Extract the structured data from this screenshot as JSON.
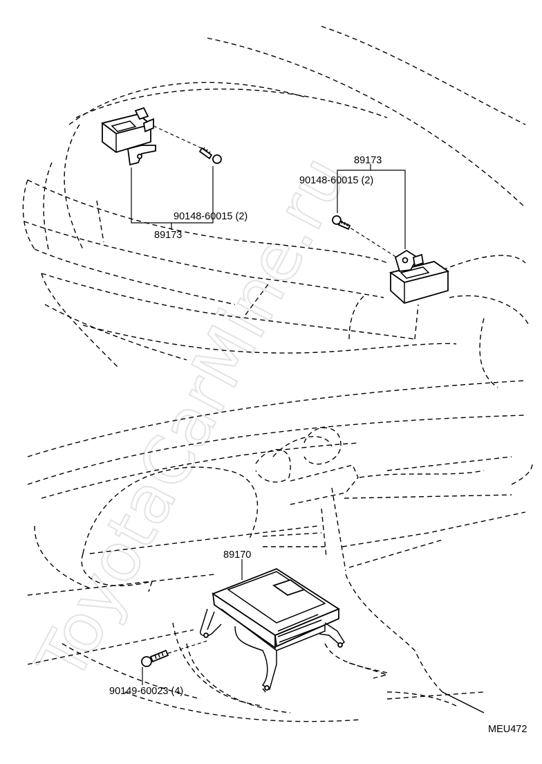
{
  "diagram": {
    "watermark": "ToyotaCarMine.ru",
    "callouts": {
      "sensor_left_part": "89173",
      "sensor_left_bolt": "90148-60015 (2)",
      "sensor_right_part": "89173",
      "sensor_right_bolt": "90148-60015 (2)",
      "ecu_part": "89170",
      "ecu_bolt": "90149-60023 (4)"
    },
    "figure_code": "MEU472"
  }
}
